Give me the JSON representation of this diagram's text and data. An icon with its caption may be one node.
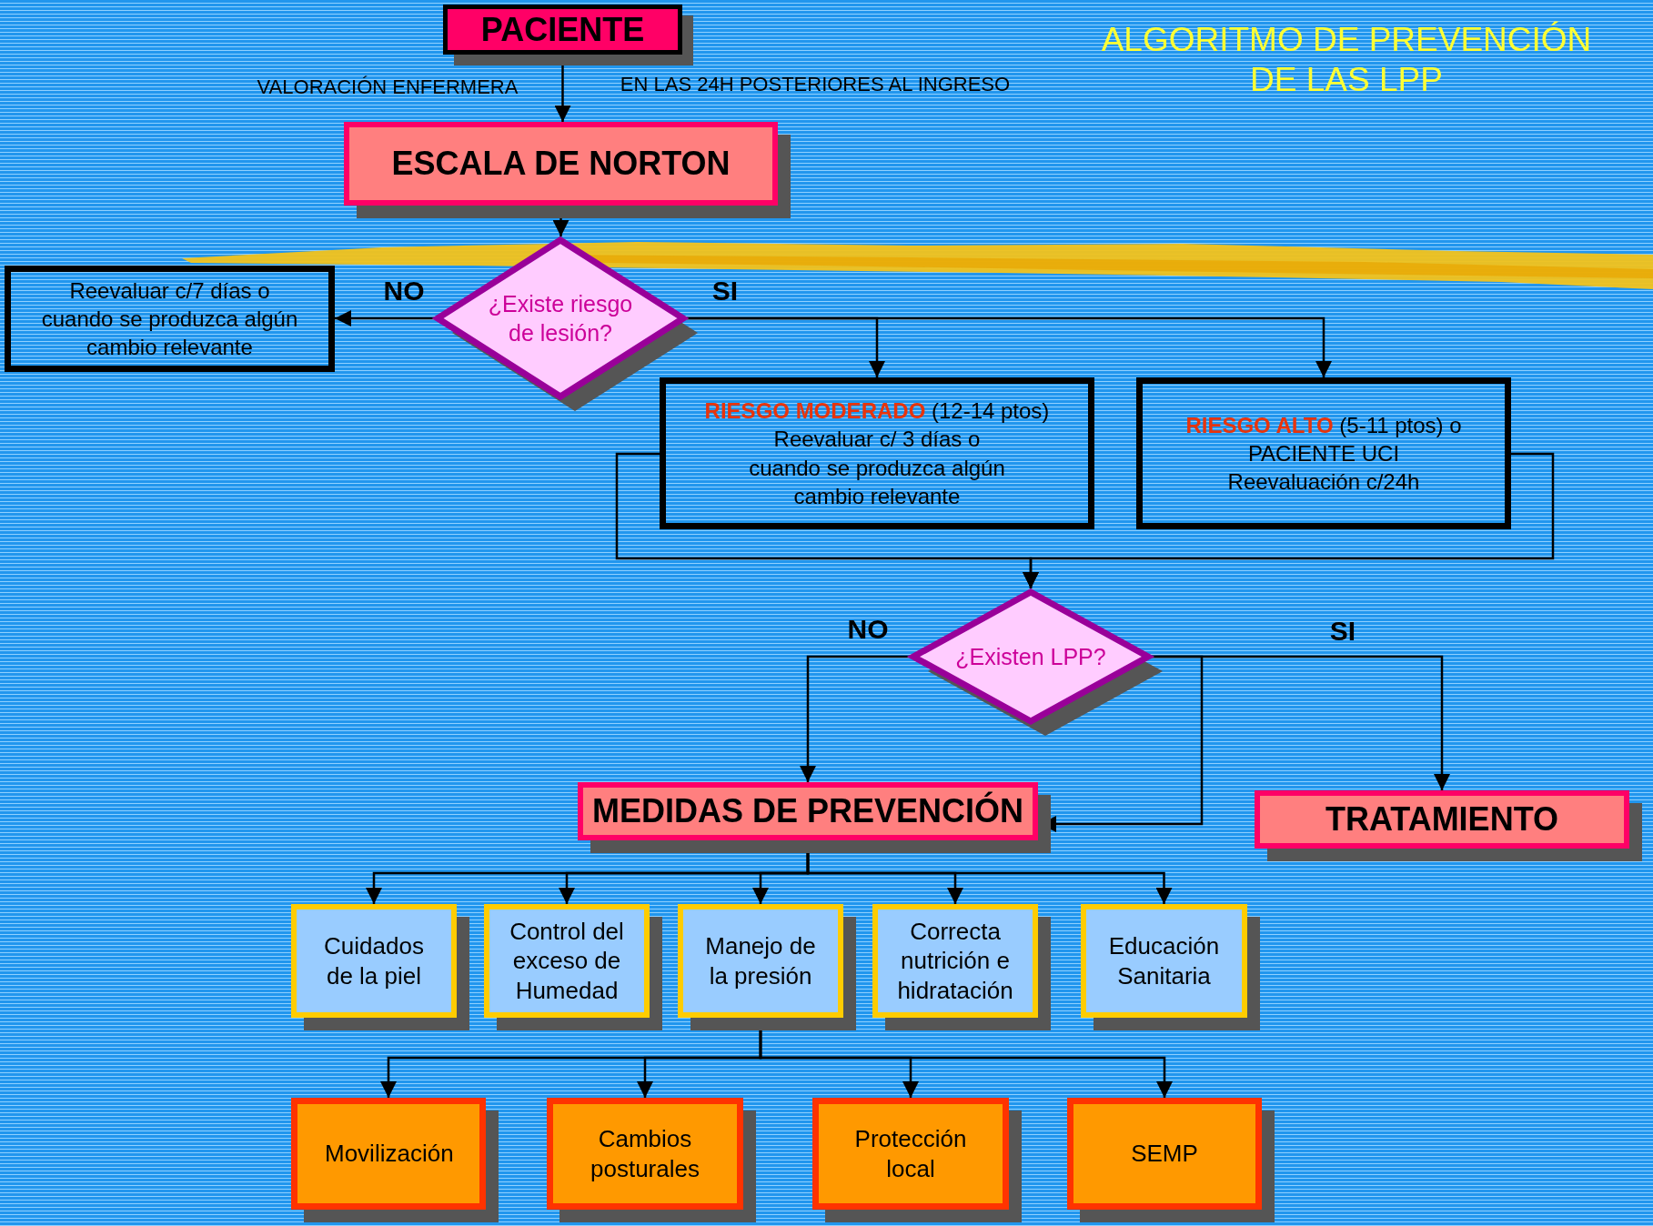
{
  "diagram": {
    "title": "ALGORITMO DE PREVENCIÓN DE LAS LPP",
    "nodes": [
      {
        "text": [
          "PACIENTE"
        ]
      },
      {
        "text": [
          "ESCALA DE NORTON"
        ]
      },
      {
        "text": [
          "¿Existe riesgo de lesión?"
        ]
      },
      {
        "text": [
          "Reevaluar c/7 días o cuando se produzca algún cambio relevante"
        ]
      },
      {
        "text": [
          "**RIESGO MODERADO** (12-14 ptos)",
          "Reevaluar c/ 3 días o cuando se produzca algún cambio relevante"
        ]
      },
      {
        "text": [
          "**RIESGO ALTO** (5-11 ptos) o PACIENTE UCI",
          "Reevaluación c/24h"
        ]
      },
      {
        "text": [
          "¿Existen LPP?"
        ]
      },
      {
        "text": [
          "MEDIDAS DE PREVENCIÓN"
        ]
      },
      {
        "text": [
          "TRATAMIENTO"
        ]
      },
      {
        "text": [
          "Cuidados de la piel"
        ]
      },
      {
        "text": [
          "Control del exceso de Humedad"
        ]
      },
      {
        "text": [
          "Manejo de la presión"
        ]
      },
      {
        "text": [
          "Correcta nutrición e hidratación"
        ]
      },
      {
        "text": [
          "Educación Sanitaria"
        ]
      },
      {
        "text": [
          "Movilización"
        ]
      },
      {
        "text": [
          "Cambios posturales"
        ]
      },
      {
        "text": [
          "Protección local"
        ]
      },
      {
        "text": [
          "SEMP"
        ]
      }
    ],
    "edges": [
      {
        "from": 0,
        "to": 1,
        "arrow": "to"
      },
      {
        "from": 1,
        "to": 2,
        "arrow": "to"
      },
      {
        "from": 2,
        "to": 3,
        "arrow": "to",
        "label": "NO"
      },
      {
        "from": 2,
        "to": 4,
        "arrow": "to",
        "label": "SI"
      },
      {
        "from": 2,
        "to": 5,
        "arrow": "to"
      },
      {
        "from": 4,
        "to": 6,
        "arrow": "to"
      },
      {
        "from": 5,
        "to": 6,
        "arrow": "to"
      },
      {
        "from": 6,
        "to": 7,
        "arrow": "to",
        "label": "NO"
      },
      {
        "from": 6,
        "to": 8,
        "arrow": "to",
        "label": "SI"
      },
      {
        "from": 6,
        "to": 7,
        "arrow": "to"
      },
      {
        "from": 7,
        "to": 9,
        "arrow": "to"
      },
      {
        "from": 7,
        "to": 10,
        "arrow": "to"
      },
      {
        "from": 7,
        "to": 11,
        "arrow": "to"
      },
      {
        "from": 7,
        "to": 12,
        "arrow": "to"
      },
      {
        "from": 7,
        "to": 13,
        "arrow": "to"
      },
      {
        "from": 11,
        "to": 14,
        "arrow": "to"
      },
      {
        "from": 11,
        "to": 15,
        "arrow": "to"
      },
      {
        "from": 11,
        "to": 16,
        "arrow": "to"
      },
      {
        "from": 11,
        "to": 17,
        "arrow": "to"
      }
    ],
    "labels": [
      "VALORACIÓN ENFERMERA",
      "EN LAS 24H POSTERIORES AL INGRESO"
    ]
  }
}
